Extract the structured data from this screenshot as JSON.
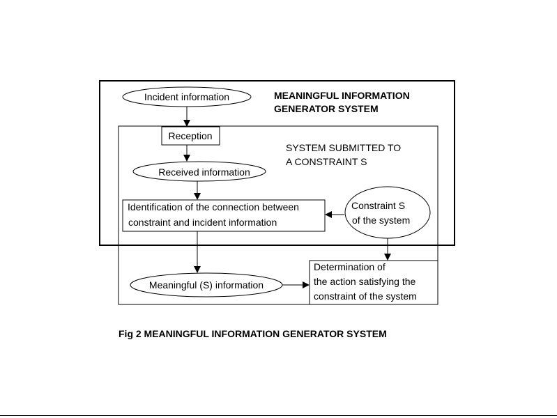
{
  "nodes": {
    "incident_information": "Incident information",
    "reception": "Reception",
    "received_information": "Received information",
    "identification_line1": "Identification of  the connection between",
    "identification_line2": "constraint and incident information",
    "constraint_line1": "Constraint  S",
    "constraint_line2": "of  the  system",
    "meaningful_information": "Meaningful (S) information",
    "determination_line1": "Determination of",
    "determination_line2": "the action satisfying  the",
    "determination_line3": "constraint of the  system"
  },
  "outer_system": {
    "title_line1": "MEANINGFUL  INFORMATION",
    "title_line2": "GENERATOR  SYSTEM"
  },
  "inner_system": {
    "title_line1": "SYSTEM SUBMITTED TO",
    "title_line2": "A  CONSTRAINT  S"
  },
  "caption": "Fig 2  MEANINGFUL  INFORMATION GENERATOR SYSTEM"
}
